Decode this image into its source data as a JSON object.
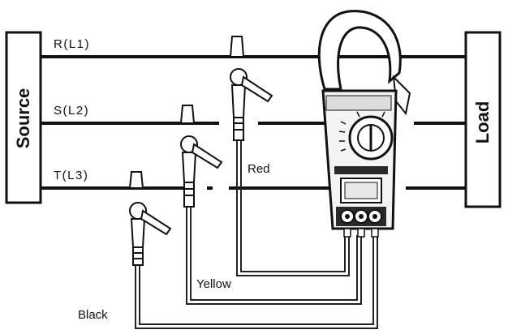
{
  "panels": {
    "source": "Source",
    "load": "Load"
  },
  "lines": [
    {
      "label": "R(L1)"
    },
    {
      "label": "S(L2)"
    },
    {
      "label": "T(L3)"
    }
  ],
  "leads": {
    "red": "Red",
    "yellow": "Yellow",
    "black": "Black"
  },
  "colors": {
    "ink": "#111111",
    "panel_fill": "#ffffff",
    "meter_body": "#f4f4f4",
    "meter_dark": "#2a2a2a"
  }
}
